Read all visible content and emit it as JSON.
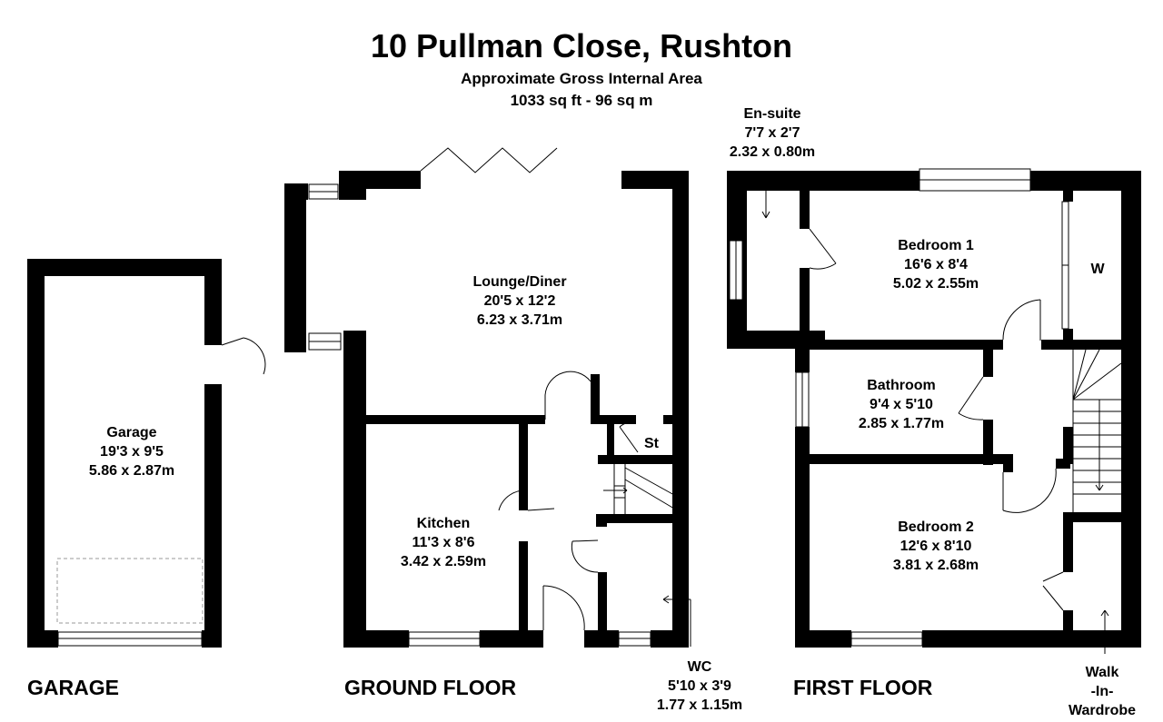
{
  "header": {
    "title": "10 Pullman Close, Rushton",
    "subtitle": "Approximate Gross Internal Area",
    "area": "1033 sq ft - 96 sq m"
  },
  "floors": {
    "garage": "GARAGE",
    "ground": "GROUND FLOOR",
    "first": "FIRST FLOOR"
  },
  "rooms": {
    "garage": {
      "name": "Garage",
      "imperial": "19'3 x 9'5",
      "metric": "5.86 x 2.87m"
    },
    "lounge": {
      "name": "Lounge/Diner",
      "imperial": "20'5 x 12'2",
      "metric": "6.23 x 3.71m"
    },
    "kitchen": {
      "name": "Kitchen",
      "imperial": "11'3 x 8'6",
      "metric": "3.42 x 2.59m"
    },
    "store": {
      "name": "St"
    },
    "wc": {
      "name": "WC",
      "imperial": "5'10 x 3'9",
      "metric": "1.77 x 1.15m"
    },
    "ensuite": {
      "name": "En-suite",
      "imperial": "7'7 x 2'7",
      "metric": "2.32 x 0.80m"
    },
    "bedroom1": {
      "name": "Bedroom 1",
      "imperial": "16'6 x 8'4",
      "metric": "5.02 x 2.55m"
    },
    "wardrobe": {
      "name": "W"
    },
    "bathroom": {
      "name": "Bathroom",
      "imperial": "9'4 x 5'10",
      "metric": "2.85 x 1.77m"
    },
    "bedroom2": {
      "name": "Bedroom 2",
      "imperial": "12'6 x 8'10",
      "metric": "3.81 x 2.68m"
    },
    "walkin": {
      "line1": "Walk",
      "line2": "-In-",
      "line3": "Wardrobe"
    }
  }
}
